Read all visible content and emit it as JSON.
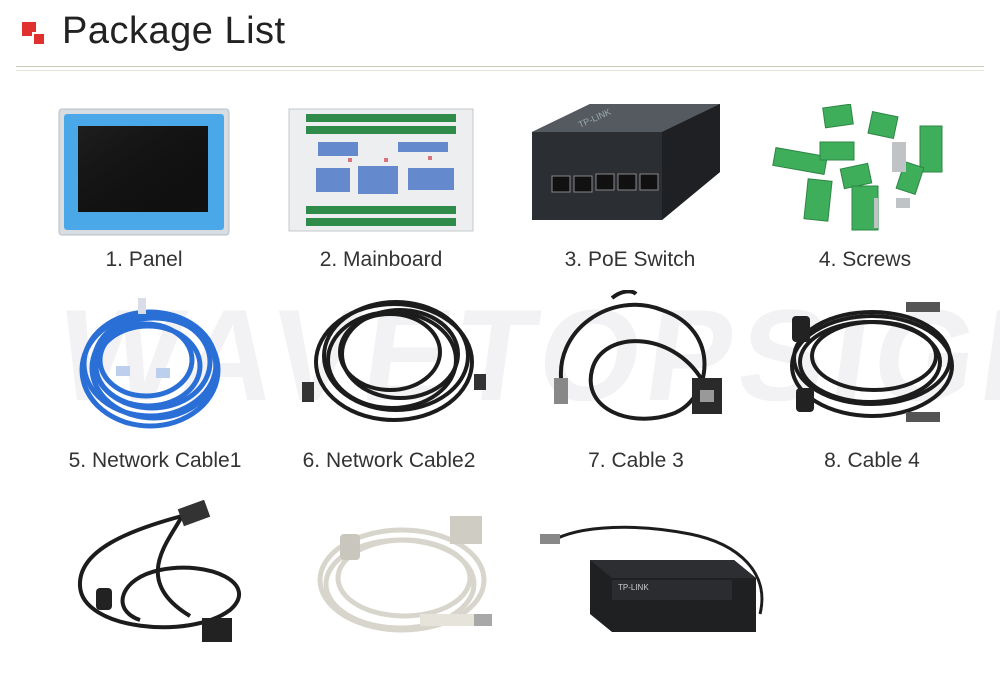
{
  "header": {
    "title": "Package List",
    "brand_color": "#e0312f"
  },
  "watermark": "WAVETOPSIGN",
  "switch_brand": "TP-LINK",
  "adapter_brand": "TP-LINK",
  "items": [
    {
      "label": "1. Panel"
    },
    {
      "label": "2. Mainboard"
    },
    {
      "label": "3. PoE Switch"
    },
    {
      "label": "4. Screws"
    },
    {
      "label": "5. Network Cable1"
    },
    {
      "label": "6. Network Cable2"
    },
    {
      "label": "7. Cable 3"
    },
    {
      "label": "8. Cable 4"
    }
  ],
  "colors": {
    "panel_frame": "#4aa8e8",
    "network_cable_blue": "#2a6fd6",
    "terminal_green": "#3fae5a"
  }
}
